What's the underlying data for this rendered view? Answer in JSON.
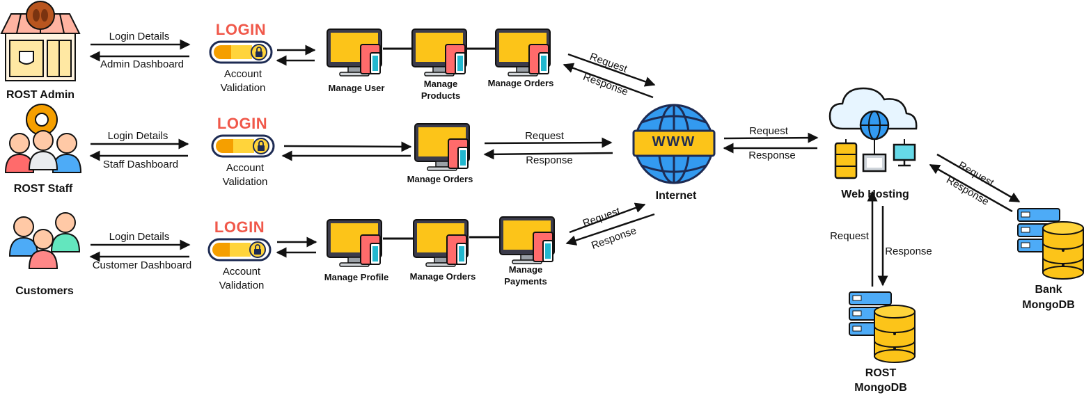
{
  "actors": {
    "admin": "ROST Admin",
    "staff": "ROST Staff",
    "customers": "Customers"
  },
  "login_word": "LOGIN",
  "account_validation": {
    "line1": "Account",
    "line2": "Validation"
  },
  "flows": {
    "admin": {
      "to_login": "Login Details",
      "to_actor": "Admin Dashboard"
    },
    "staff": {
      "to_login": "Login Details",
      "to_actor": "Staff Dashboard"
    },
    "customer": {
      "to_login": "Login Details",
      "to_actor": "Customer Dashboard"
    }
  },
  "modules": {
    "manage_user": "Manage User",
    "manage_products_1": "Manage",
    "manage_products_2": "Products",
    "manage_orders": "Manage Orders",
    "manage_profile": "Manage Profile",
    "manage_payments_1": "Manage",
    "manage_payments_2": "Payments"
  },
  "request": "Request",
  "response": "Response",
  "www": "WWW",
  "internet": "Internet",
  "web_hosting": "Web Hosting",
  "rost_db": {
    "line1": "ROST",
    "line2": "MongoDB"
  },
  "bank_db": {
    "line1": "Bank",
    "line2": "MongoDB"
  }
}
